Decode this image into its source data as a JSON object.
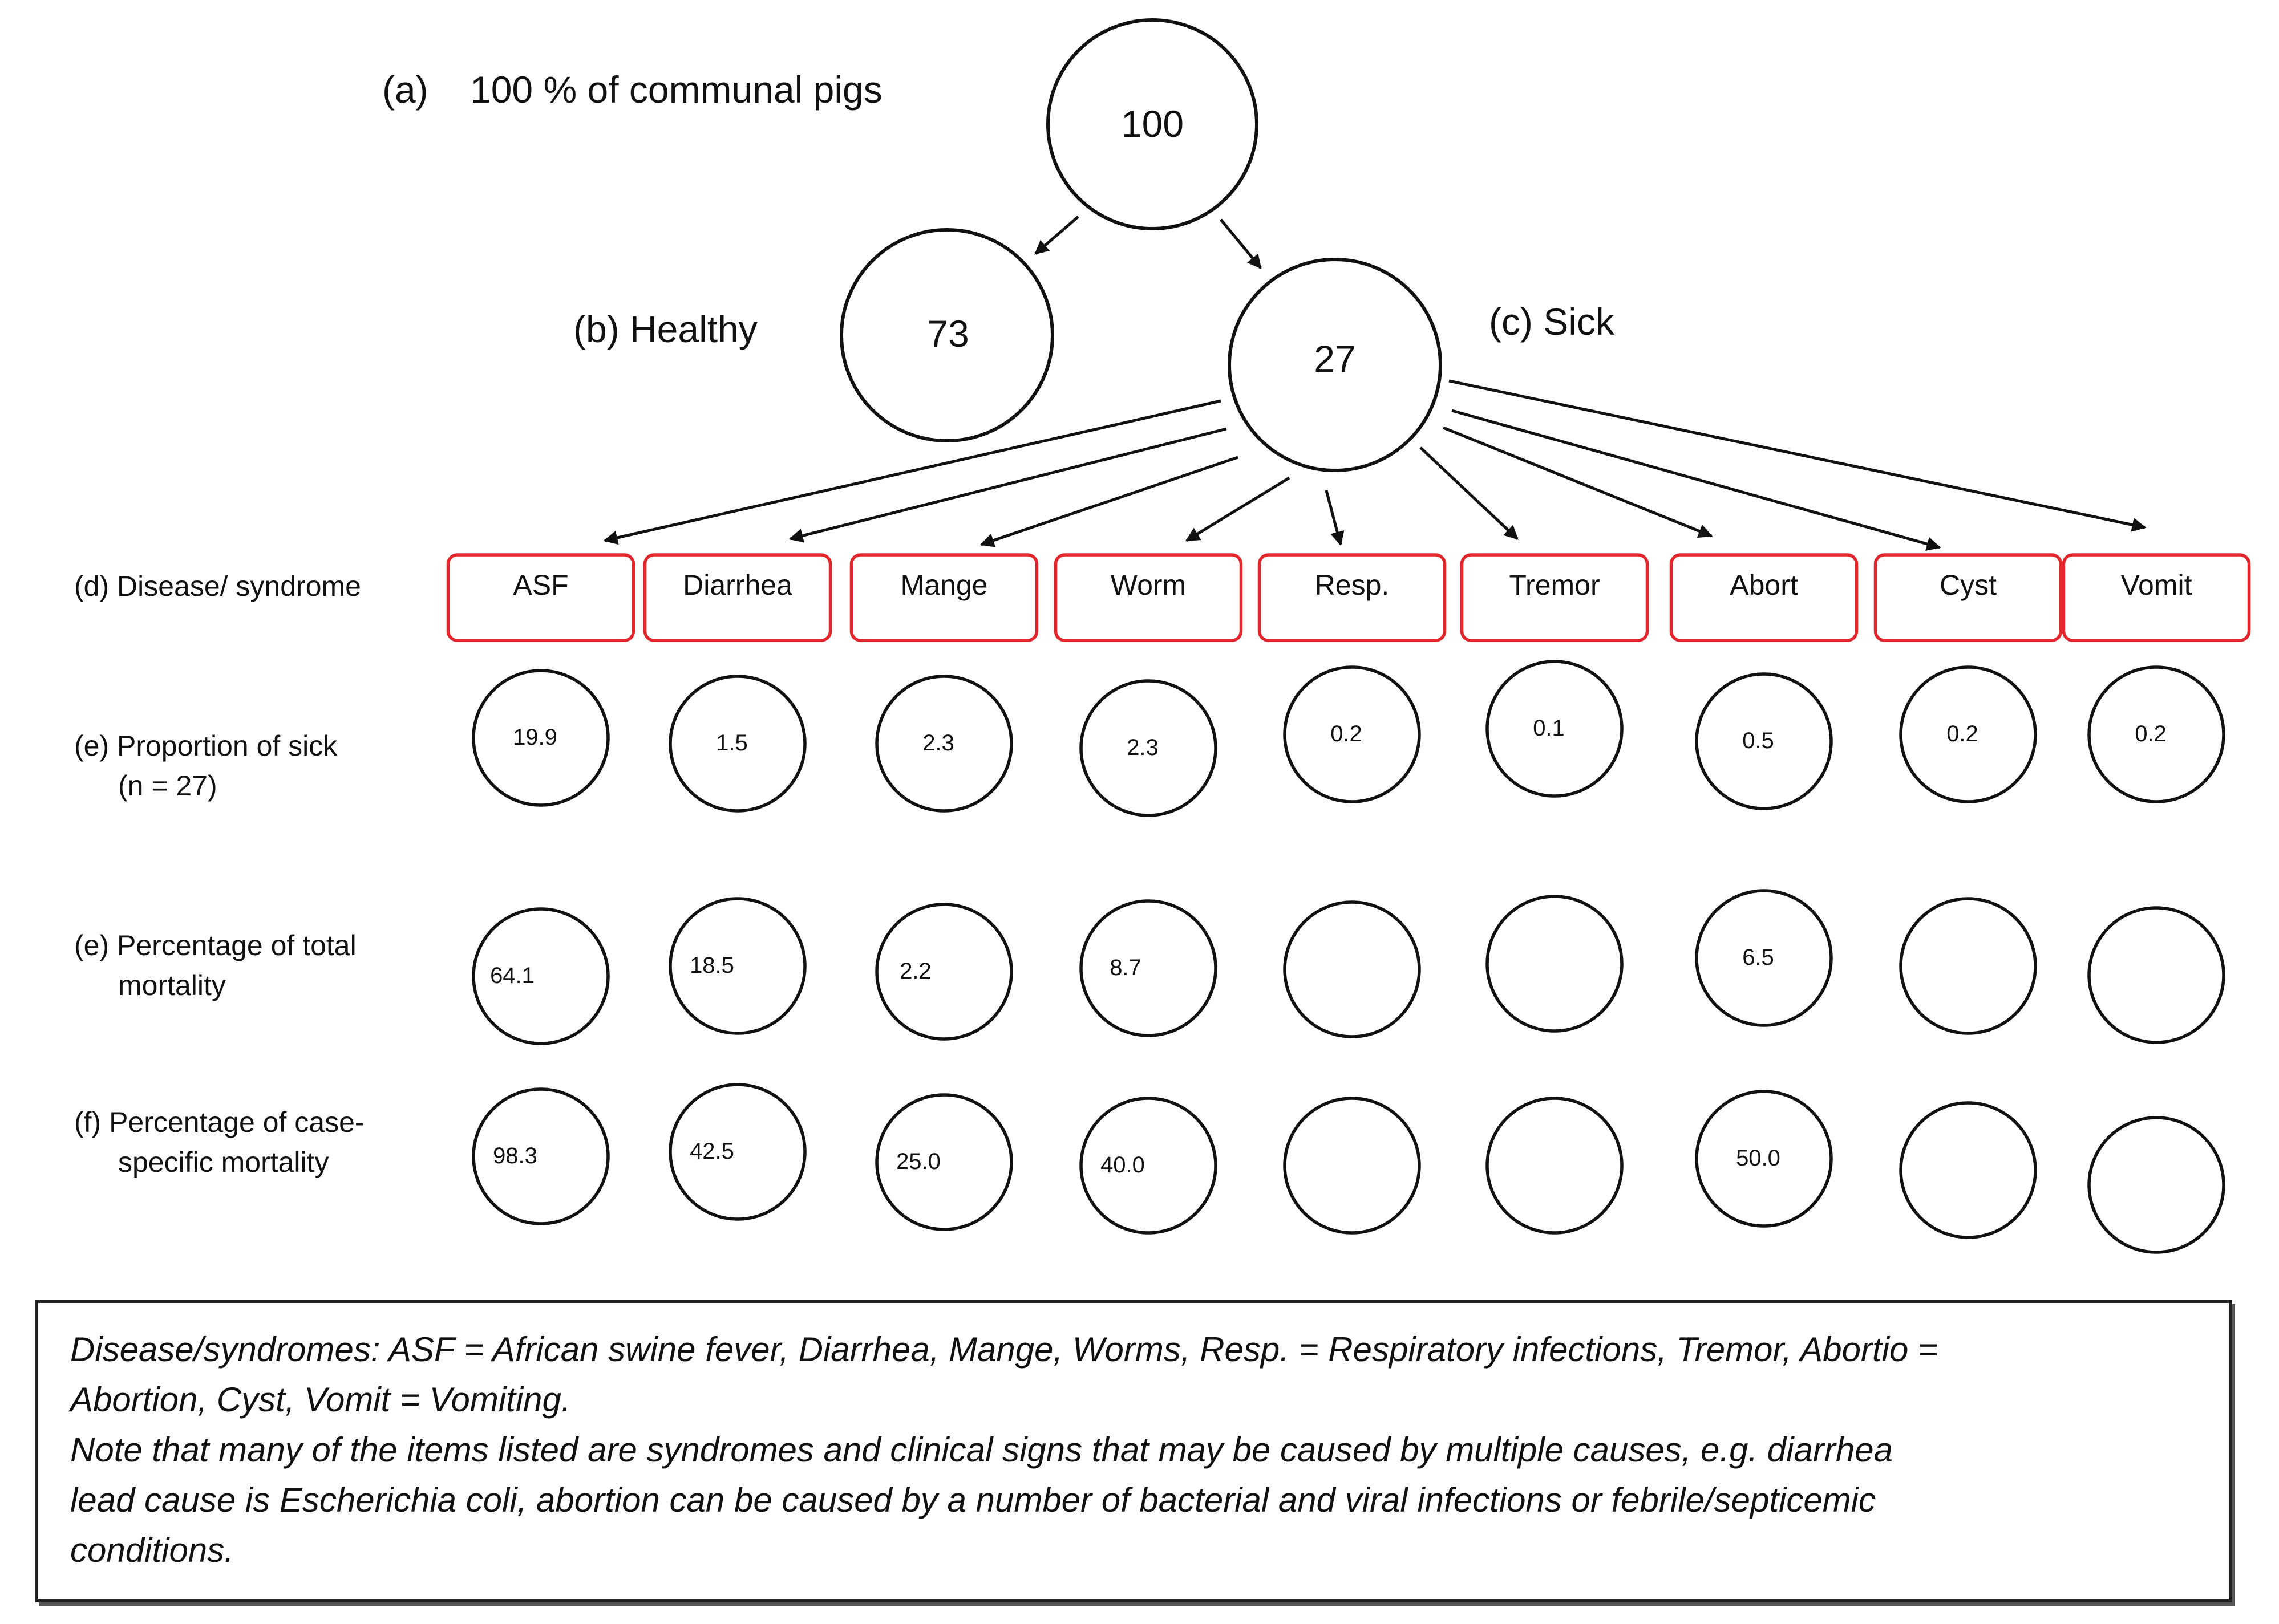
{
  "root": {
    "label": "(a)    100 % of communal pigs",
    "value": "100"
  },
  "healthy": {
    "label": "(b) Healthy",
    "value": "73"
  },
  "sick": {
    "label": "(c) Sick",
    "value": "27"
  },
  "row_labels": {
    "disease": "(d) Disease/ syndrome",
    "proportion_line1": "(e) Proportion of sick",
    "proportion_line2": "(n = 27)",
    "total_mortality_line1": "(e) Percentage of total",
    "total_mortality_line2": "mortality",
    "case_mortality_line1": "(f) Percentage of case-",
    "case_mortality_line2": "specific mortality"
  },
  "diseases": [
    {
      "name": "ASF",
      "proportion_of_sick": "19.9",
      "total_mortality": "64.1",
      "case_specific_mortality": "98.3"
    },
    {
      "name": "Diarrhea",
      "proportion_of_sick": "1.5",
      "total_mortality": "18.5",
      "case_specific_mortality": "42.5"
    },
    {
      "name": "Mange",
      "proportion_of_sick": "2.3",
      "total_mortality": "2.2",
      "case_specific_mortality": "25.0"
    },
    {
      "name": "Worm",
      "proportion_of_sick": "2.3",
      "total_mortality": "8.7",
      "case_specific_mortality": "40.0"
    },
    {
      "name": "Resp.",
      "proportion_of_sick": "0.2",
      "total_mortality": "",
      "case_specific_mortality": ""
    },
    {
      "name": "Tremor",
      "proportion_of_sick": "0.1",
      "total_mortality": "",
      "case_specific_mortality": ""
    },
    {
      "name": "Abort",
      "proportion_of_sick": "0.5",
      "total_mortality": "6.5",
      "case_specific_mortality": "50.0"
    },
    {
      "name": "Cyst",
      "proportion_of_sick": "0.2",
      "total_mortality": "",
      "case_specific_mortality": ""
    },
    {
      "name": "Vomit",
      "proportion_of_sick": "0.2",
      "total_mortality": "",
      "case_specific_mortality": ""
    }
  ],
  "note": {
    "line1": "Disease/syndromes: ASF = African swine fever, Diarrhea, Mange, Worms, Resp. = Respiratory infections, Tremor, Abortio =",
    "line2": "Abortion, Cyst, Vomit = Vomiting.",
    "line3": "Note that many of the items listed are syndromes and clinical signs that may be caused by multiple causes, e.g. diarrhea",
    "line4": "lead cause is Escherichia coli, abortion can be caused by a number of bacterial and viral infections or febrile/septicemic",
    "line5": "conditions."
  },
  "colors": {
    "box_border": "#e3262c",
    "line": "#111111"
  }
}
